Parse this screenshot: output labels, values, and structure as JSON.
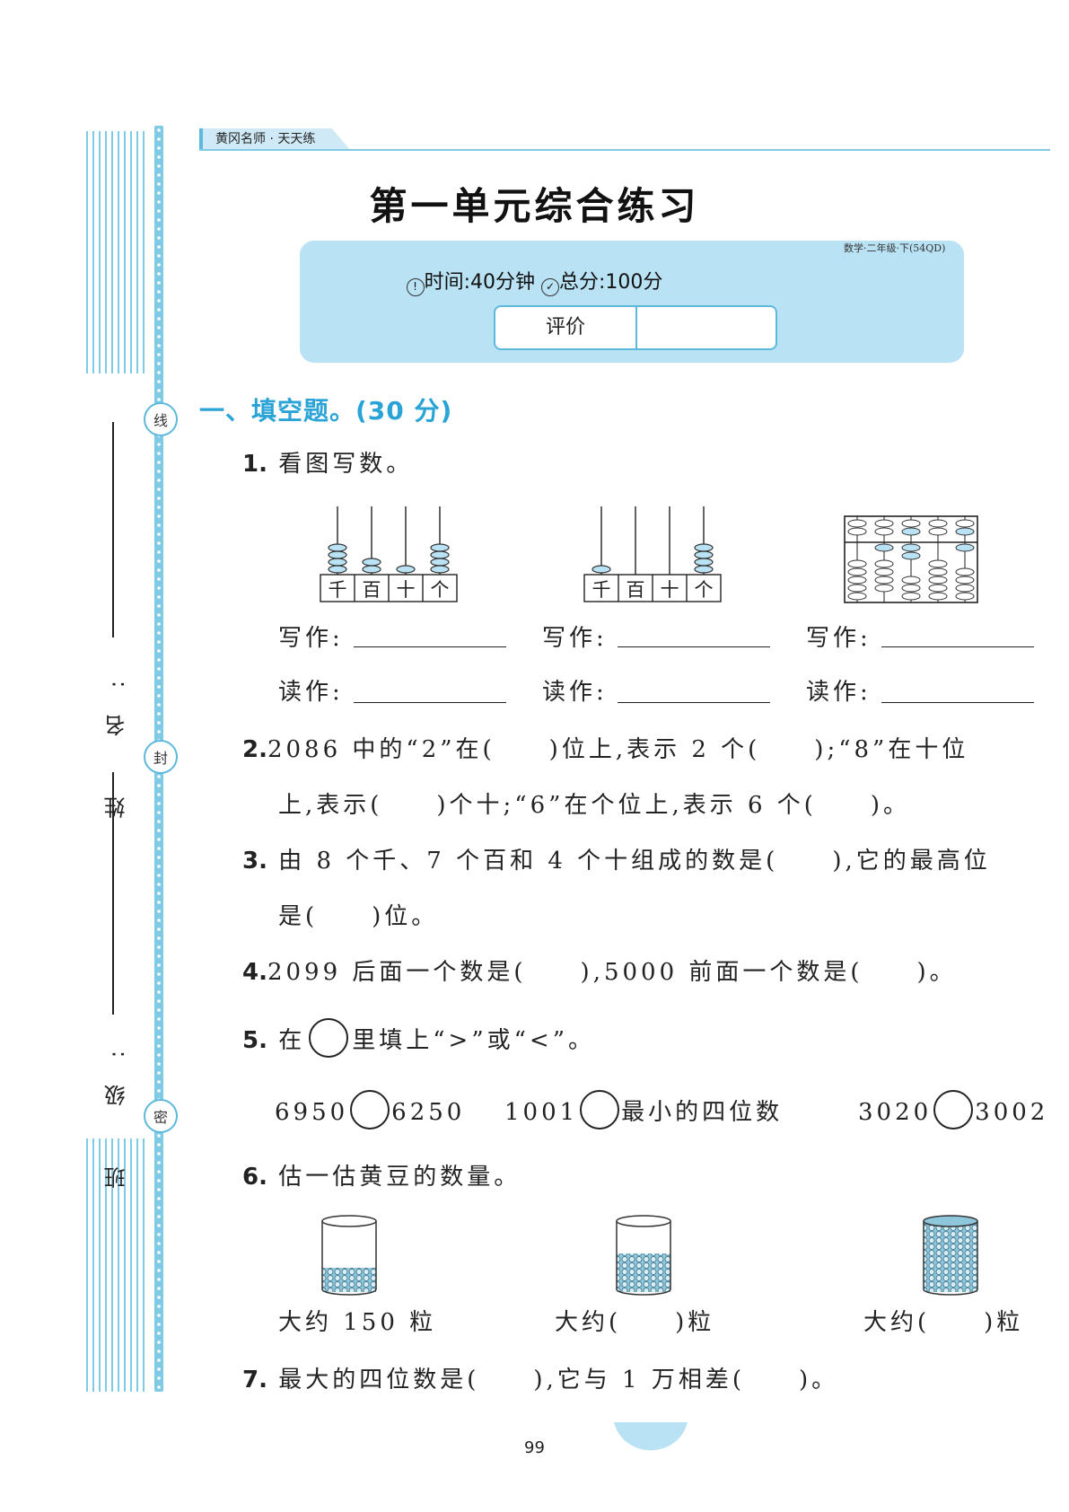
{
  "header": {
    "series": "黄冈名师 · 天天练",
    "grade_tag": "数学·二年级·下(54QD)"
  },
  "title": "第一单元综合练习",
  "info": {
    "time": "时间:40分钟",
    "total": "总分:100分",
    "rating_label": "评价"
  },
  "binding": {
    "seal_xian": "线",
    "seal_feng": "封",
    "seal_mi": "密",
    "name_label": "姓 名:",
    "class_label": "班 级:"
  },
  "section1": {
    "heading": "一、填空题。(30 分)"
  },
  "q1": {
    "num": "1.",
    "text": "看图写数。",
    "abacus_labels": [
      "千",
      "百",
      "十",
      "个"
    ],
    "write_label": "写作:",
    "read_label": "读作:"
  },
  "q2": {
    "num": "2.",
    "line1": "2086 中的“2”在(　　)位上,表示 2 个(　　);“8”在十位",
    "line2": "上,表示(　　)个十;“6”在个位上,表示 6 个(　　)。"
  },
  "q3": {
    "num": "3.",
    "line1": "由 8 个千、7 个百和 4 个十组成的数是(　　),它的最高位",
    "line2": "是(　　)位。"
  },
  "q4": {
    "num": "4.",
    "line1": "2099 后面一个数是(　　),5000 前面一个数是(　　)。"
  },
  "q5": {
    "num": "5.",
    "text_a": "在",
    "text_b": "里填上“>”或“<”。",
    "items": [
      {
        "left": "6950",
        "right": "6250"
      },
      {
        "left": "1001",
        "right": "最小的四位数"
      },
      {
        "left": "3020",
        "right": "3002"
      }
    ]
  },
  "q6": {
    "num": "6.",
    "text": "估一估黄豆的数量。",
    "jars": [
      {
        "label": "大约 150 粒",
        "fill": 0.3
      },
      {
        "label": "大约(　　)粒",
        "fill": 0.55
      },
      {
        "label": "大约(　　)粒",
        "fill": 1.0
      }
    ]
  },
  "q7": {
    "num": "7.",
    "line1": "最大的四位数是(　　),它与 1 万相差(　　)。"
  },
  "page_number": "99"
}
